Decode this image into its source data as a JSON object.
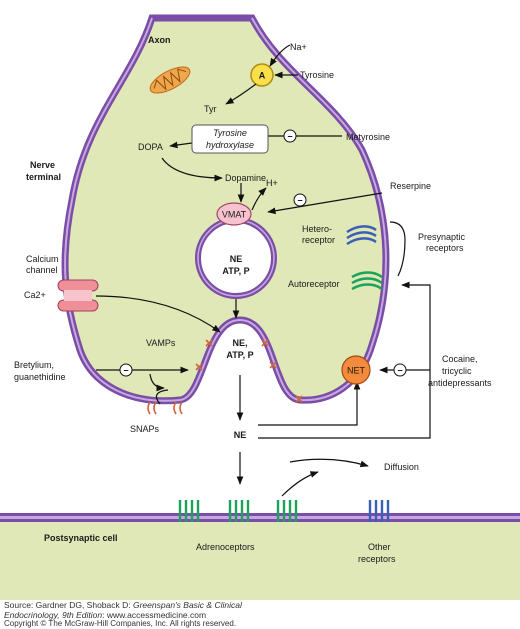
{
  "labels": {
    "axon": "Axon",
    "na": "Na+",
    "transporter_a": "A",
    "tyrosine": "Tyrosine",
    "tyr": "Tyr",
    "enzyme_line1": "Tyrosine",
    "enzyme_line2": "hydroxylase",
    "dopa": "DOPA",
    "metyrosine": "Metyrosine",
    "nerve_terminal_line1": "Nerve",
    "nerve_terminal_line2": "terminal",
    "dopamine": "Dopamine",
    "h_plus": "H+",
    "reserpine": "Reserpine",
    "vmat": "VMAT",
    "hetero_line1": "Hetero-",
    "hetero_line2": "receptor",
    "presyn_line1": "Presynaptic",
    "presyn_line2": "receptors",
    "vesicle_ne": "NE",
    "vesicle_atp": "ATP, P",
    "calcium_line1": "Calcium",
    "calcium_line2": "channel",
    "ca": "Ca2+",
    "autoreceptor": "Autoreceptor",
    "vamps": "VAMPs",
    "release_ne": "NE,",
    "release_atp": "ATP, P",
    "net": "NET",
    "cocaine_line1": "Cocaine,",
    "cocaine_line2": "tricyclic",
    "cocaine_line3": "antidepressants",
    "bretylium_line1": "Bretylium,",
    "bretylium_line2": "guanethidine",
    "snaps": "SNAPs",
    "cleft_ne": "NE",
    "diffusion": "Diffusion",
    "postsynaptic": "Postsynaptic cell",
    "adrenoceptors": "Adrenoceptors",
    "other_line1": "Other",
    "other_line2": "receptors",
    "inhibit_sign": "−"
  },
  "caption": {
    "line1_prefix": "Source: Gardner DG, Shoback D: ",
    "line1_title": "Greenspan's Basic & Clinical",
    "line2_title": "Endocrinology, 9th Edition",
    "line2_suffix": ": www.accessmedicine.com",
    "line3": "Copyright © The McGraw-Hill Companies, Inc. All rights reserved."
  },
  "colors": {
    "cytoplasm": "#dfe8b6",
    "membrane": "#7a4ea6",
    "membrane_inner": "#c8a8e0",
    "transporter": "#f7e04a",
    "mitochondrion": "#f0a64a",
    "calcium_channel": "#ef8f9a",
    "net": "#f48a3c",
    "receptor_blue": "#3a5fb8",
    "receptor_green": "#1aa35a",
    "snare": "#d2643c"
  }
}
